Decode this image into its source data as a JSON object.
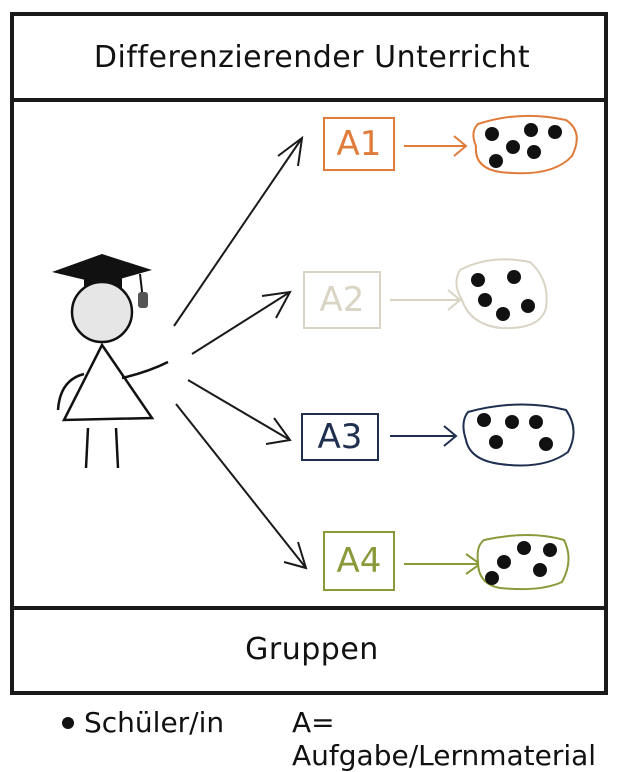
{
  "title": "Differenzierender Unterricht",
  "footer": "Gruppen",
  "legend": {
    "student": "Schüler/in",
    "task": "A= Aufgabe/Lernmaterial"
  },
  "tasks": [
    {
      "label": "A1",
      "color": "#e07b39",
      "students": 6
    },
    {
      "label": "A2",
      "color": "#d9d4c4",
      "students": 5
    },
    {
      "label": "A3",
      "color": "#1f2f4f",
      "students": 5
    },
    {
      "label": "A4",
      "color": "#8a9a3a",
      "students": 5
    }
  ],
  "colors": {
    "line": "#1a1a1a",
    "figure": "#e6e6e6"
  }
}
